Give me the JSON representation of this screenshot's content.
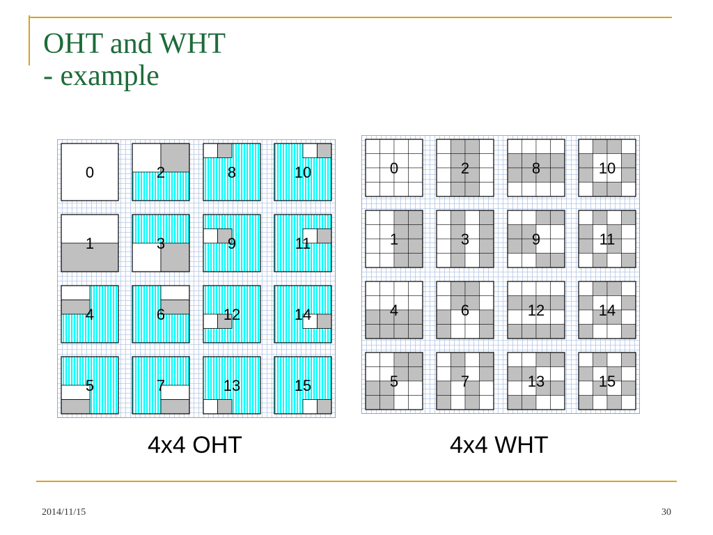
{
  "slide": {
    "title_line1": "OHT and WHT",
    "title_line2": "- example",
    "oht_caption": "4x4 OHT",
    "wht_caption": "4x4 WHT",
    "date": "2014/11/15",
    "page_number": "30"
  },
  "colors": {
    "title": "#1e6b3a",
    "accent": "#d9a21b",
    "cyan": "#00ffff",
    "gray": "#c0c0c0",
    "grid": "#b3c6e6"
  },
  "oht_tiles": [
    {
      "label": "0"
    },
    {
      "label": "2"
    },
    {
      "label": "8"
    },
    {
      "label": "10"
    },
    {
      "label": "1"
    },
    {
      "label": "3"
    },
    {
      "label": "9"
    },
    {
      "label": "11"
    },
    {
      "label": "4"
    },
    {
      "label": "6"
    },
    {
      "label": "12"
    },
    {
      "label": "14"
    },
    {
      "label": "5"
    },
    {
      "label": "7"
    },
    {
      "label": "13"
    },
    {
      "label": "15"
    }
  ],
  "wht_tiles": [
    {
      "label": "0"
    },
    {
      "label": "2"
    },
    {
      "label": "8"
    },
    {
      "label": "10"
    },
    {
      "label": "1"
    },
    {
      "label": "3"
    },
    {
      "label": "9"
    },
    {
      "label": "11"
    },
    {
      "label": "4"
    },
    {
      "label": "6"
    },
    {
      "label": "12"
    },
    {
      "label": "14"
    },
    {
      "label": "5"
    },
    {
      "label": "7"
    },
    {
      "label": "13"
    },
    {
      "label": "15"
    }
  ]
}
